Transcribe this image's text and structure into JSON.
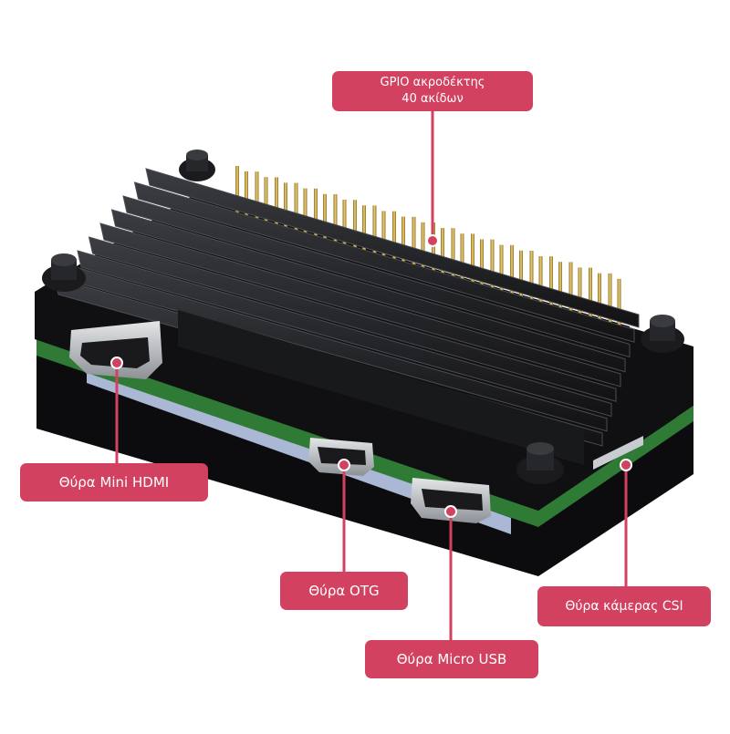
{
  "colors": {
    "callout": "#d2415f",
    "case": "#141416",
    "pcb": "#2f7a34",
    "metal": "#c0c4c8",
    "pins": "#c8a23e"
  },
  "callouts": {
    "gpio": {
      "line1": "GPIO ακροδέκτης",
      "line2": "40 ακίδων"
    },
    "hdmi": "Θύρα Mini HDMI",
    "otg": "Θύρα OTG",
    "csi": "Θύρα κάμερας CSI",
    "usb": "Θύρα Micro USB"
  }
}
